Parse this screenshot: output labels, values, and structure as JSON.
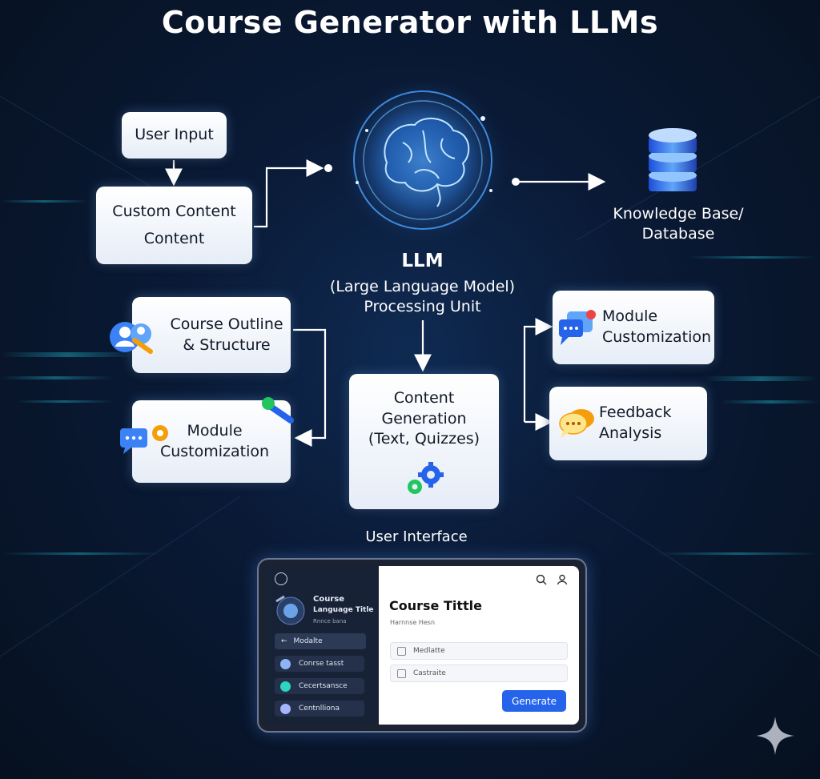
{
  "title": "Course Generator with LLMs",
  "nodes": {
    "user_input": "User Input",
    "custom_content": [
      "Custom Content",
      "Content"
    ],
    "llm": [
      "LLM",
      "(Large Language Model)",
      "Processing Unit"
    ],
    "knowledge_base": [
      "Knowledge Base/",
      "Database"
    ],
    "course_outline": [
      "Course Outline",
      "& Structure"
    ],
    "module_custom_left": [
      "Module",
      "Customization"
    ],
    "content_generation": [
      "Content",
      "Generation",
      "(Text, Quizzes)"
    ],
    "module_custom_right": [
      "Module",
      "Customization"
    ],
    "feedback": [
      "Feedback",
      "Analysis"
    ],
    "user_interface": "User Interface"
  },
  "ui_mock": {
    "side_title": [
      "Course",
      "Language Title"
    ],
    "side_subtitle": "Rnnce bana",
    "nav_back": "Modalte",
    "side_items": [
      "Conrse tasst",
      "Cecertsansce",
      "Centnlliona"
    ],
    "main_title": "Course Tittle",
    "main_subtitle": "Harnnse Hesn",
    "fields": [
      "Medlatte",
      "Castraite"
    ],
    "generate_button": "Generate"
  },
  "colors": {
    "background": "#0a1a36",
    "box": "#eef2f8",
    "accent_blue": "#2563eb",
    "glow": "#3b82f6"
  }
}
